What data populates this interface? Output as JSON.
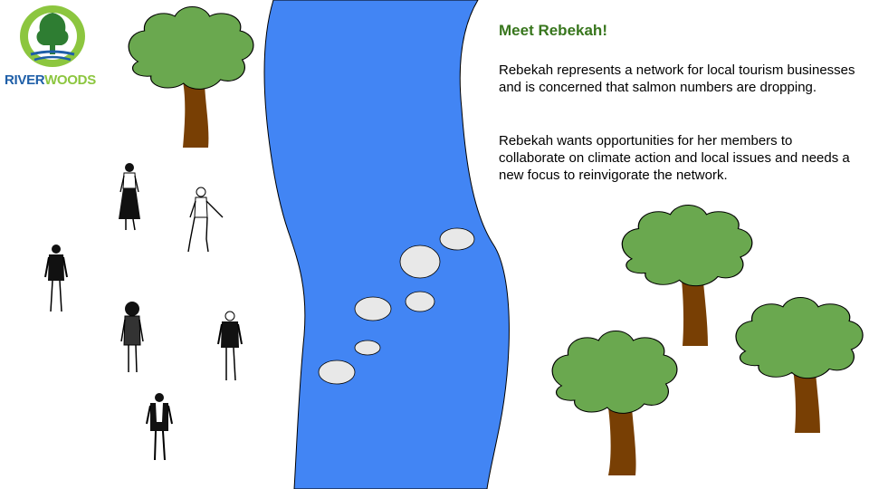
{
  "logo": {
    "word_part_1": "RIVER",
    "word_part_2": "WOODS",
    "color_part_1": "#1f5fa8",
    "color_part_2": "#8cc63f",
    "icon": "tree-logo-icon"
  },
  "content": {
    "heading": "Meet Rebekah!",
    "paragraph_1": "Rebekah represents a network for local tourism businesses and is concerned that salmon numbers are dropping.",
    "paragraph_2": "Rebekah wants opportunities for her members to collaborate on climate action and local issues and needs a new focus to reinvigorate the network."
  },
  "colors": {
    "heading": "#38761d",
    "river": "#4285f4",
    "tree_canopy": "#6aa84f",
    "tree_trunk": "#783f04",
    "stepping_stone": "#e8e8e8"
  },
  "icons": [
    "tree-icon",
    "person-figure-icon",
    "stepping-stone-icon",
    "river-icon"
  ]
}
